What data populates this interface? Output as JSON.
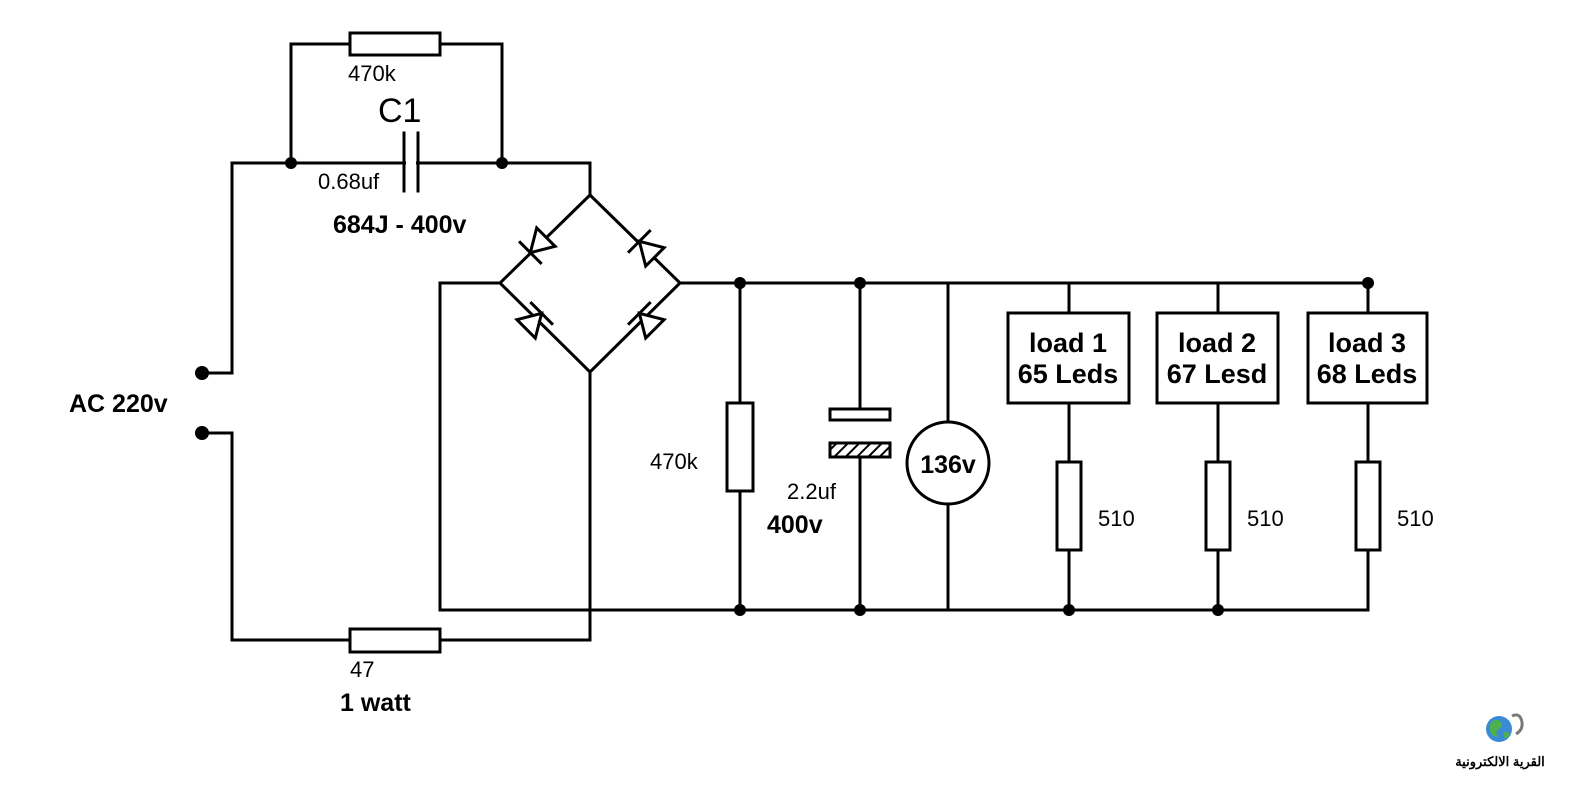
{
  "labels": {
    "c1_name": "C1",
    "r_top": "470k",
    "c1_value": "0.68uf",
    "c1_code": "684J - 400v",
    "ac_source": "AC 220v",
    "r_series": "47",
    "r_series_power": "1 watt",
    "r_bleed": "470k",
    "cap_value": "2.2uf",
    "cap_voltage": "400v",
    "meter": "136v",
    "load1_line1": "load 1",
    "load1_line2": "65 Leds",
    "load2_line1": "load 2",
    "load2_line2": "67 Lesd",
    "load3_line1": "load 3",
    "load3_line2": "68 Leds",
    "r_load1": "510",
    "r_load2": "510",
    "r_load3": "510"
  },
  "watermark": {
    "text": "القرية الالكترونية",
    "icon": "globe-icon"
  },
  "colors": {
    "line": "#000000",
    "background": "#ffffff"
  }
}
